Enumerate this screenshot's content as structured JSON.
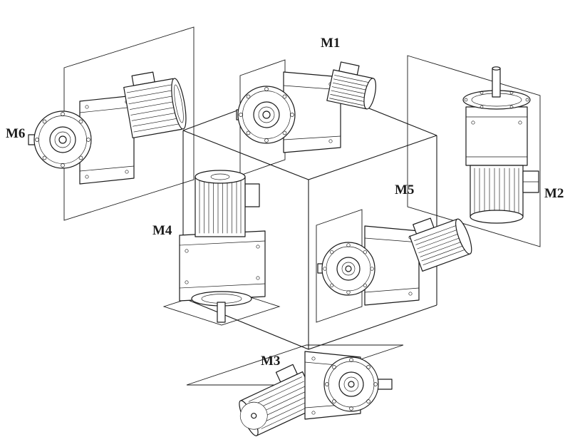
{
  "diagram": {
    "labels": {
      "m1": "M1",
      "m2": "M2",
      "m3": "M3",
      "m4": "M4",
      "m5": "M5",
      "m6": "M6"
    },
    "colors": {
      "line": "#1a1a1a",
      "background": "#ffffff"
    }
  }
}
